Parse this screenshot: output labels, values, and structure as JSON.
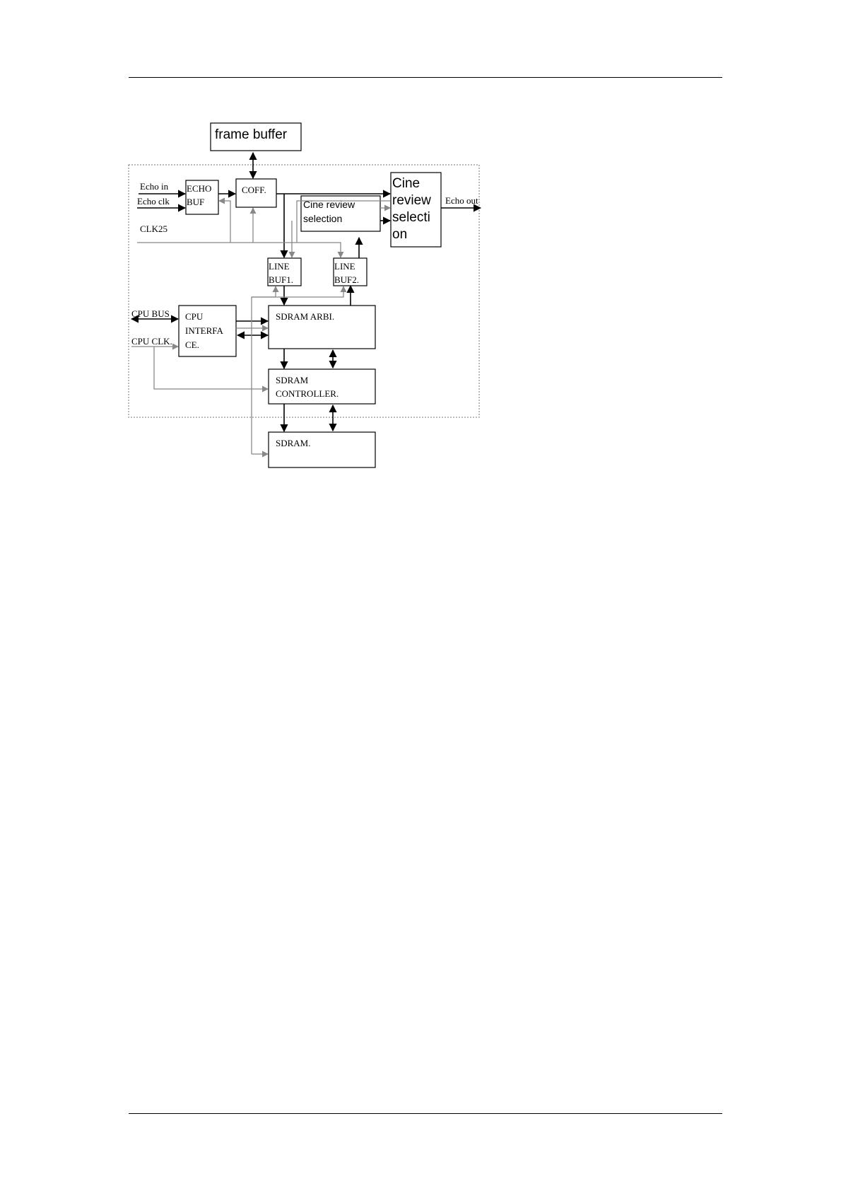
{
  "blocks": {
    "frame_buffer": "frame buffer",
    "echo_buf": [
      "ECHO",
      "BUF"
    ],
    "coff": "COFF.",
    "cine_small": [
      "Cine review",
      "selection"
    ],
    "cine_big": [
      "Cine",
      "review",
      "selecti",
      "on"
    ],
    "line_buf1": [
      "LINE",
      "BUF1."
    ],
    "line_buf2": [
      "LINE",
      "BUF2."
    ],
    "cpu_interface": [
      "CPU",
      "INTERFA",
      "CE."
    ],
    "sdram_arbi": "SDRAM ARBI.",
    "sdram_controller": [
      "SDRAM",
      "CONTROLLER."
    ],
    "sdram": "SDRAM."
  },
  "signals": {
    "echo_in": "Echo  in",
    "echo_clk": "Echo  clk",
    "clk25": "CLK25",
    "cpu_bus": "CPU BUS",
    "cpu_clk": "CPU CLK.",
    "echo_out": "Echo out"
  }
}
